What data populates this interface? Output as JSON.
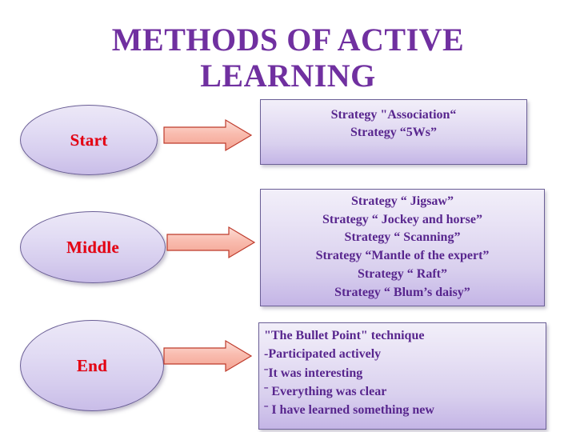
{
  "slide": {
    "title": "METHODS OF ACTIVE\nLEARNING",
    "title_color": "#7030A0",
    "background_color": "#FFFFFF"
  },
  "theme": {
    "ellipse_label_color": "#E60012",
    "box_text_color": "#58268E",
    "box_fill_top": "#F2EFF9",
    "box_fill_bottom": "#C4B5E6",
    "ellipse_fill_top": "#ECE8F7",
    "ellipse_fill_bottom": "#C9BDE8",
    "arrow_fill_top": "#FBD5CE",
    "arrow_fill_bottom": "#F6A99B",
    "arrow_stroke": "#C0392B",
    "shape_stroke": "#6B5F96"
  },
  "stages": [
    {
      "id": "start",
      "ellipse_label": "Start",
      "arrow_icon": "right-arrow-icon",
      "box_align": "center",
      "box_lines": [
        "Strategy \"Association“",
        "Strategy “5Ws”"
      ]
    },
    {
      "id": "middle",
      "ellipse_label": "Middle",
      "arrow_icon": "right-arrow-icon",
      "box_align": "center",
      "box_lines": [
        "Strategy “ Jigsaw”",
        "Strategy “ Jockey and horse”",
        "Strategy “ Scanning”",
        "Strategy “Mantle of the expert”",
        "Strategy “ Raft”",
        "Strategy “ Blum’s daisy”"
      ]
    },
    {
      "id": "end",
      "ellipse_label": "End",
      "arrow_icon": "right-arrow-icon",
      "box_align": "left",
      "box_lines": [
        "\"The Bullet Point\" technique",
        "-Participated actively",
        "ˉIt was interesting",
        "ˉ Everything was clear",
        "ˉ I have learned something new"
      ]
    }
  ]
}
